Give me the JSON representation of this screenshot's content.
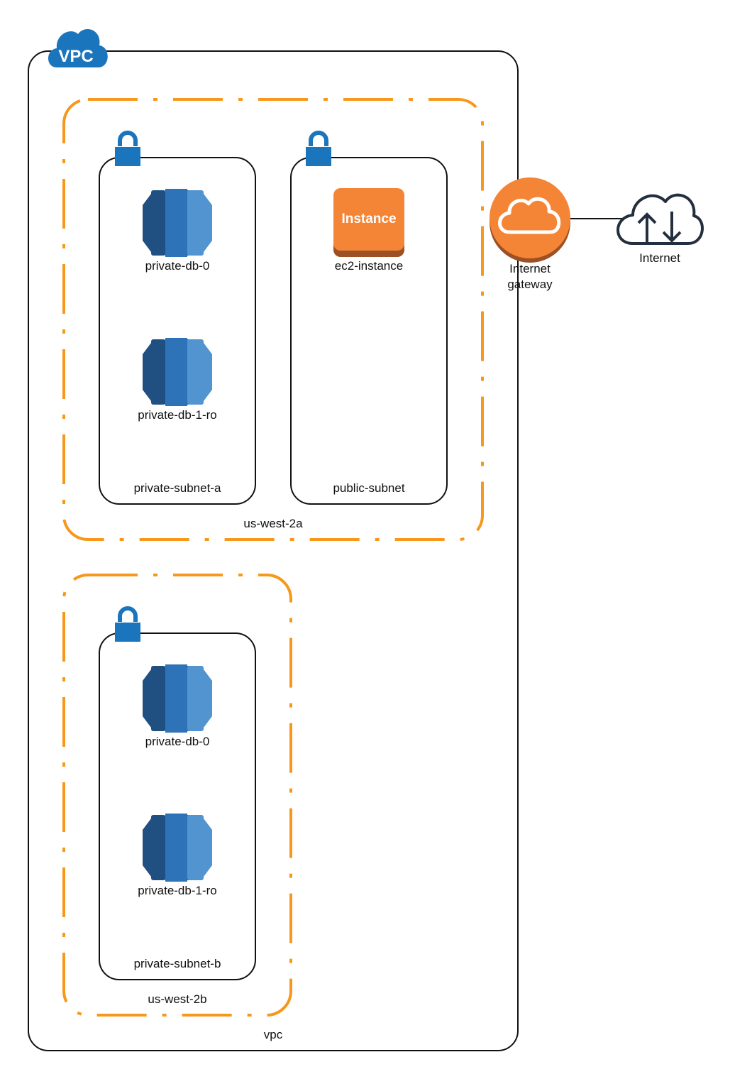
{
  "colors": {
    "az_border": "#f7981d",
    "vpc_blue": "#1b75bc",
    "gateway_orange": "#f58536",
    "db_dark": "#205081",
    "db_mid": "#2e73b8",
    "db_light": "#5294cf",
    "internet_stroke": "#232f3e"
  },
  "vpc": {
    "badge": "VPC",
    "label": "vpc"
  },
  "zones": [
    {
      "label": "us-west-2a",
      "subnets": [
        {
          "label": "private-subnet-a",
          "resources": [
            "private-db-0",
            "private-db-1-ro"
          ]
        },
        {
          "label": "public-subnet",
          "resources": [
            "ec2-instance"
          ],
          "instance_badge": "Instance"
        }
      ]
    },
    {
      "label": "us-west-2b",
      "subnets": [
        {
          "label": "private-subnet-b",
          "resources": [
            "private-db-0",
            "private-db-1-ro"
          ]
        }
      ]
    }
  ],
  "gateway": {
    "label_line1": "Internet",
    "label_line2": "gateway"
  },
  "internet": {
    "label": "Internet"
  },
  "icons": {
    "vpc": "vpc-cloud-icon",
    "lock": "lock-icon",
    "database": "rds-database-icon",
    "instance": "ec2-instance-icon",
    "gateway": "internet-gateway-icon",
    "internet": "internet-cloud-icon"
  }
}
